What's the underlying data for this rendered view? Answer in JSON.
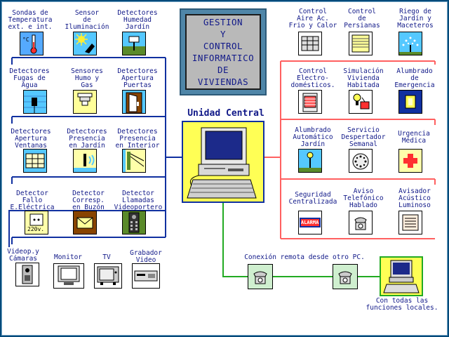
{
  "title": "GESTION\nY\nCONTROL\nINFORMATICO\nDE\nVIVIENDAS",
  "central_unit": "Unidad Central",
  "left_column": [
    "Sondas de\nTemperatura\next. e int.",
    "Sensor\nde\nIluminación",
    "Detectores\nHumedad\nJardín",
    "Detectores\nFugas de\nAgua",
    "Sensores\nHumo y\nGas",
    "Detectores\nApertura\nPuertas",
    "Detectores\nApertura\nVentanas",
    "Detectores\nPresencia\nen Jardín",
    "Detectores\nPresencia\nen Interior",
    "Detector\nFallo\nE.Eléctrica",
    "Detector\nCorresp.\nen Buzón",
    "Detector\nLlamadas\nVideoportero",
    "Videop.y\nCámaras",
    "Monitor",
    "TV",
    "Grabador\nVideo"
  ],
  "right_column": [
    "Control\nAire Ac.\nFrio y Calor",
    "Control\nde\nPersianas",
    "Riego de\nJardín y\nMaceteros",
    "Control\nElectro-\ndomésticos.",
    "Simulación\nVivienda\nHabitada",
    "Alumbrado\nde\nEmergencia",
    "Alumbrado\nAutomático\nJardín",
    "Servicio\nDespertador\nSemanal",
    "Urgencia\nMédica",
    "Seguridad\nCentralizada",
    "Aviso\nTelefónico\nHablado",
    "Avisador\nAcústico\nLuminoso"
  ],
  "icon_text": {
    "thermo": "°C",
    "voltage": "220v.",
    "alarm": "ALARMA"
  },
  "remote": {
    "connection_label": "Conexión remota desde otro PC.",
    "caption": "Con todas las\nfunciones locales."
  },
  "colors": {
    "background": "#004a7a",
    "text": "#101888",
    "input_lines": "#1030a0",
    "output_lines": "#ff6060",
    "remote_line": "#22aa22",
    "central_fill": "#ffff55"
  }
}
